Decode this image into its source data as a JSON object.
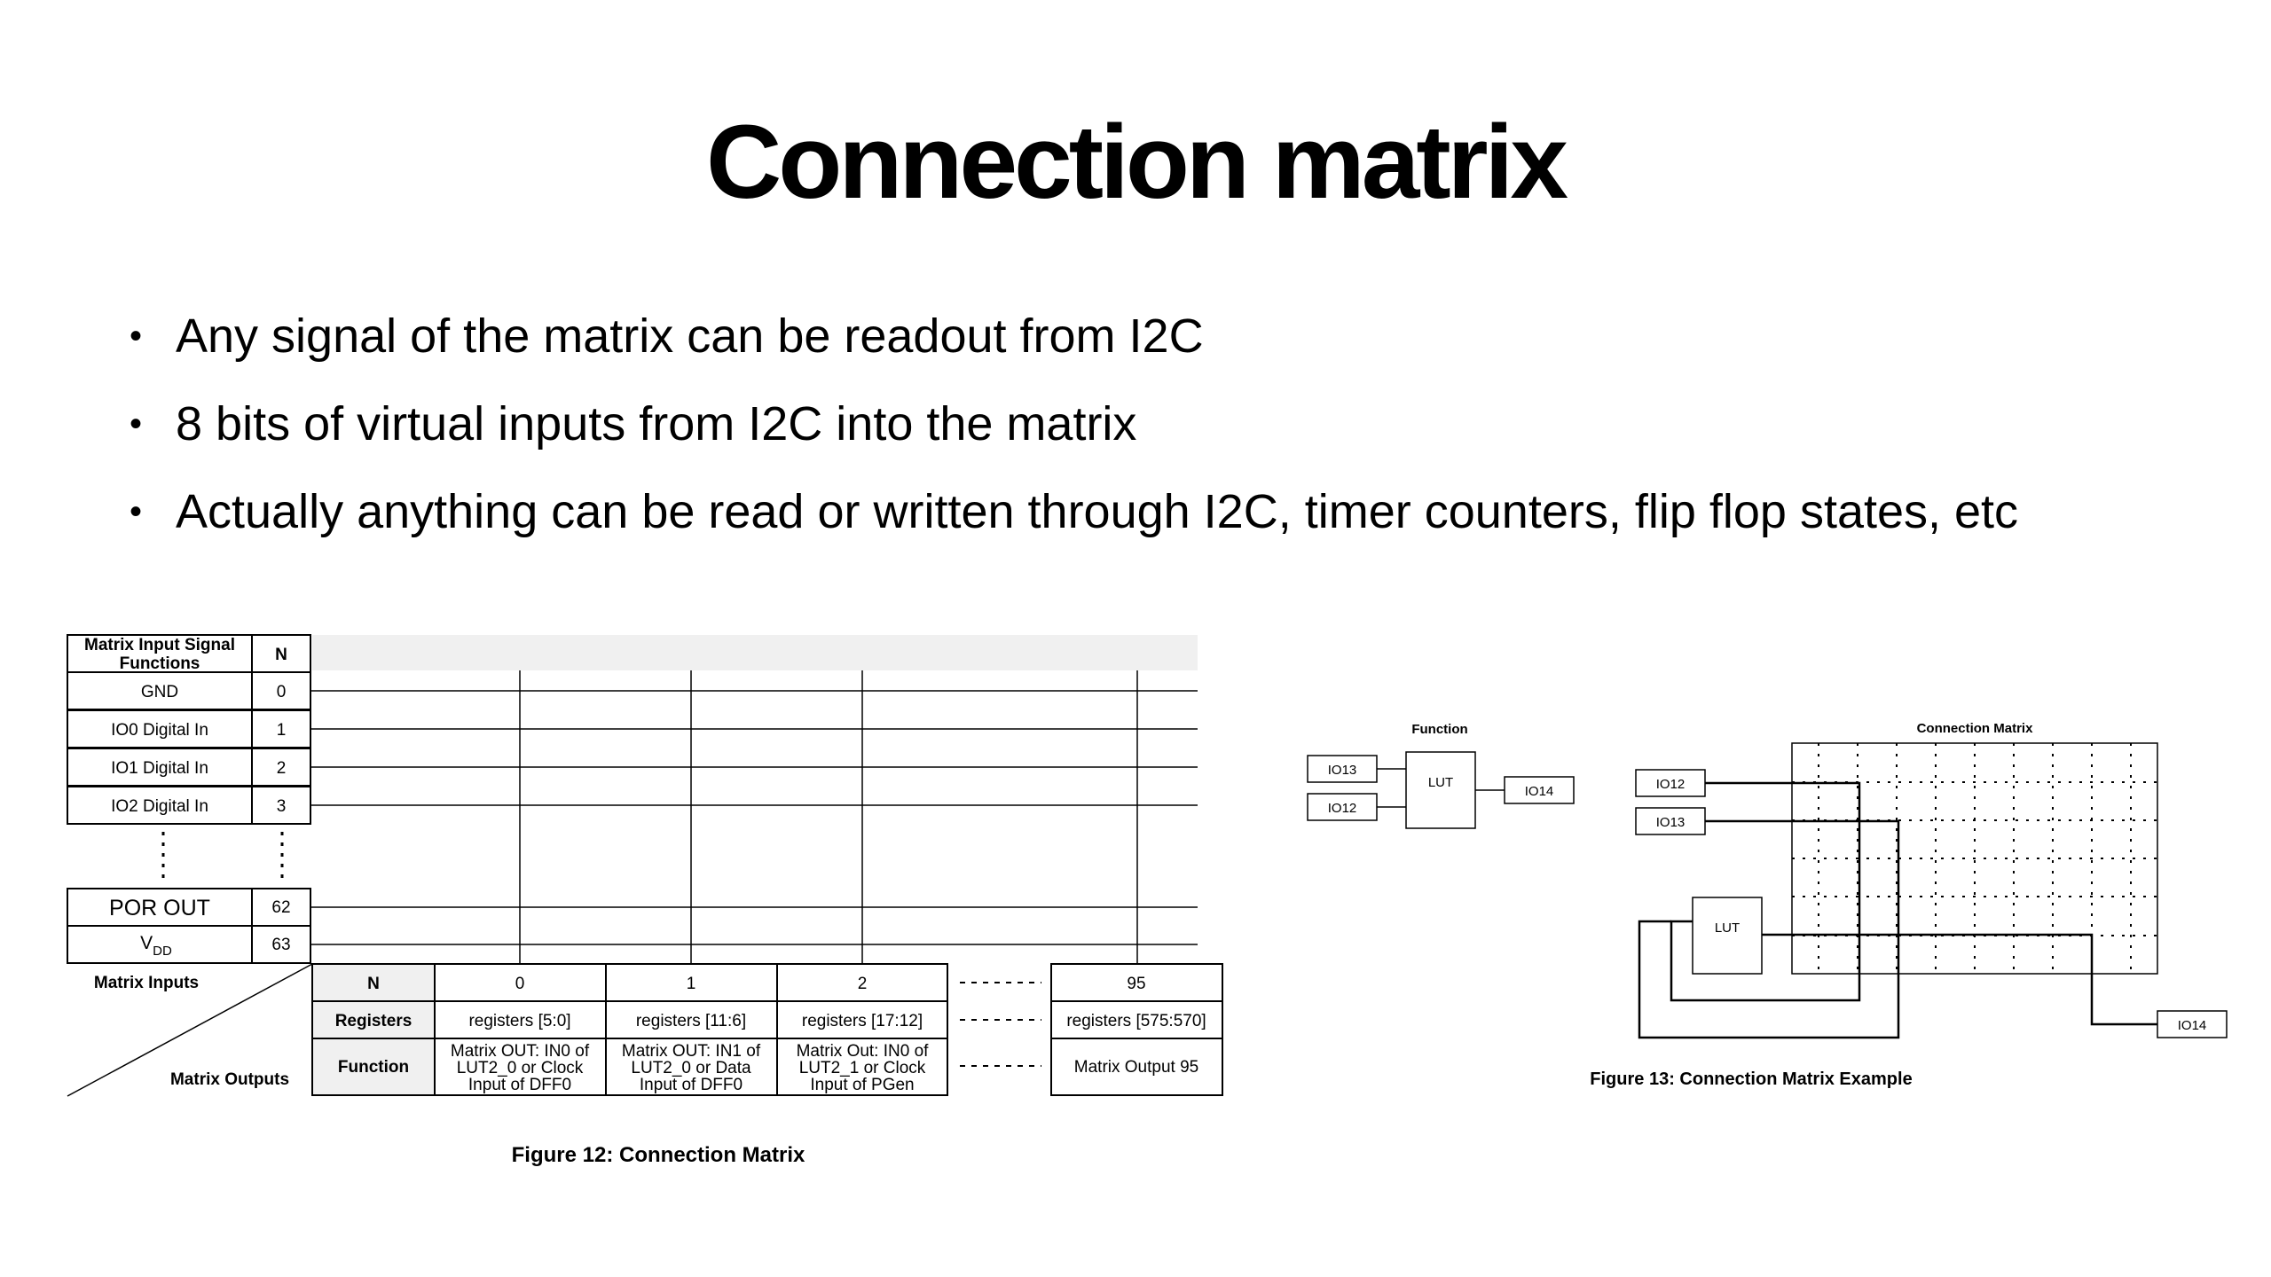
{
  "slide": {
    "title": "Connection matrix",
    "bullets": [
      "Any signal of the matrix can be readout from I2C",
      "8 bits of virtual inputs from I2C into the matrix",
      "Actually anything can be read or written through I2C, timer counters, flip flop states, etc"
    ],
    "bullet_glyph": "•"
  },
  "figure12": {
    "caption": "Figure 12: Connection Matrix",
    "input_table": {
      "header_name": [
        "Matrix Input Signal",
        "Functions"
      ],
      "header_n": "N",
      "rows": [
        {
          "name": "GND",
          "n": "0"
        },
        {
          "name": "IO0 Digital In",
          "n": "1"
        },
        {
          "name": "IO1 Digital In",
          "n": "2"
        },
        {
          "name": "IO2 Digital In",
          "n": "3"
        },
        {
          "name": "POR OUT",
          "n": "62"
        },
        {
          "name": "V",
          "sub": "DD",
          "n": "63"
        }
      ]
    },
    "matrix_inputs_label": "Matrix Inputs",
    "matrix_outputs_label": "Matrix Outputs",
    "output_table": {
      "row_headers": [
        "N",
        "Registers",
        "Function"
      ],
      "columns": [
        {
          "n": "0",
          "registers": "registers [5:0]",
          "function": [
            "Matrix OUT: IN0 of",
            "LUT2_0 or Clock",
            "Input of DFF0"
          ]
        },
        {
          "n": "1",
          "registers": "registers [11:6]",
          "function": [
            "Matrix OUT: IN1 of",
            "LUT2_0 or Data",
            "Input of DFF0"
          ]
        },
        {
          "n": "2",
          "registers": "registers [17:12]",
          "function": [
            "Matrix Out: IN0 of",
            "LUT2_1 or Clock",
            "Input of PGen"
          ]
        },
        {
          "n": "95",
          "registers": "registers [575:570]",
          "function": [
            "Matrix Output 95"
          ]
        }
      ]
    }
  },
  "figure13": {
    "caption": "Figure 13: Connection Matrix Example",
    "function_label": "Function",
    "connection_matrix_label": "Connection Matrix",
    "function_blocks": {
      "in_top": "IO13",
      "in_bottom": "IO12",
      "lut": "LUT",
      "out": "IO14"
    },
    "matrix_blocks": {
      "in_top": "IO12",
      "in_bottom": "IO13",
      "lut": "LUT",
      "out": "IO14"
    }
  }
}
